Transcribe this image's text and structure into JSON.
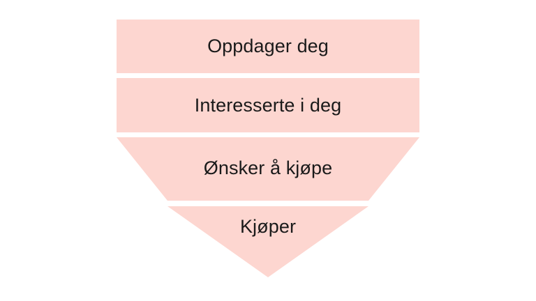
{
  "diagram": {
    "type": "funnel",
    "title": "",
    "background_color": "#ffffff",
    "band_color": "#fdd6d0",
    "text_color": "#1a1a1a",
    "orientation": "vertical-top-to-bottom",
    "stages": [
      {
        "index": 1,
        "label": "Oppdager deg",
        "shape": "rectangle",
        "top_width": 434,
        "bottom_width": 434
      },
      {
        "index": 2,
        "label": "Interesserte i deg",
        "shape": "rectangle",
        "top_width": 434,
        "bottom_width": 434
      },
      {
        "index": 3,
        "label": "Ønsker å kjøpe",
        "shape": "trapezoid",
        "top_width": 434,
        "bottom_width": 288
      },
      {
        "index": 4,
        "label": "Kjøper",
        "shape": "triangle",
        "top_width": 288,
        "bottom_width": 0
      }
    ]
  }
}
